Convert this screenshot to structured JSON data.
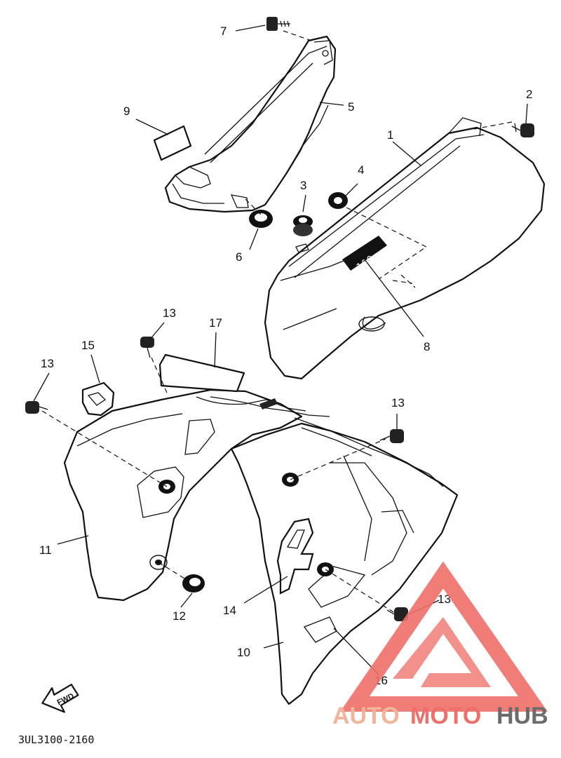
{
  "diagram": {
    "part_numbers": {
      "p1": "1",
      "p2": "2",
      "p3": "3",
      "p4": "4",
      "p5": "5",
      "p6": "6",
      "p7": "7",
      "p8": "8",
      "p9": "9",
      "p10": "10",
      "p11": "11",
      "p12": "12",
      "p13a": "13",
      "p13b": "13",
      "p13c": "13",
      "p13d": "13",
      "p14": "14",
      "p15": "15",
      "p16": "16",
      "p17": "17"
    },
    "emblem_text": "100",
    "fwd_label": "FWD",
    "drawing_code": "3UL3100-2160"
  },
  "watermark": {
    "part1": "AUTO",
    "part2": "MOTO",
    "part3": "HUB",
    "colors": {
      "auto": "#f3b59a",
      "moto": "#ef6f6a",
      "hub": "#6b6b6b",
      "triangle": "#ef6f6a"
    }
  }
}
